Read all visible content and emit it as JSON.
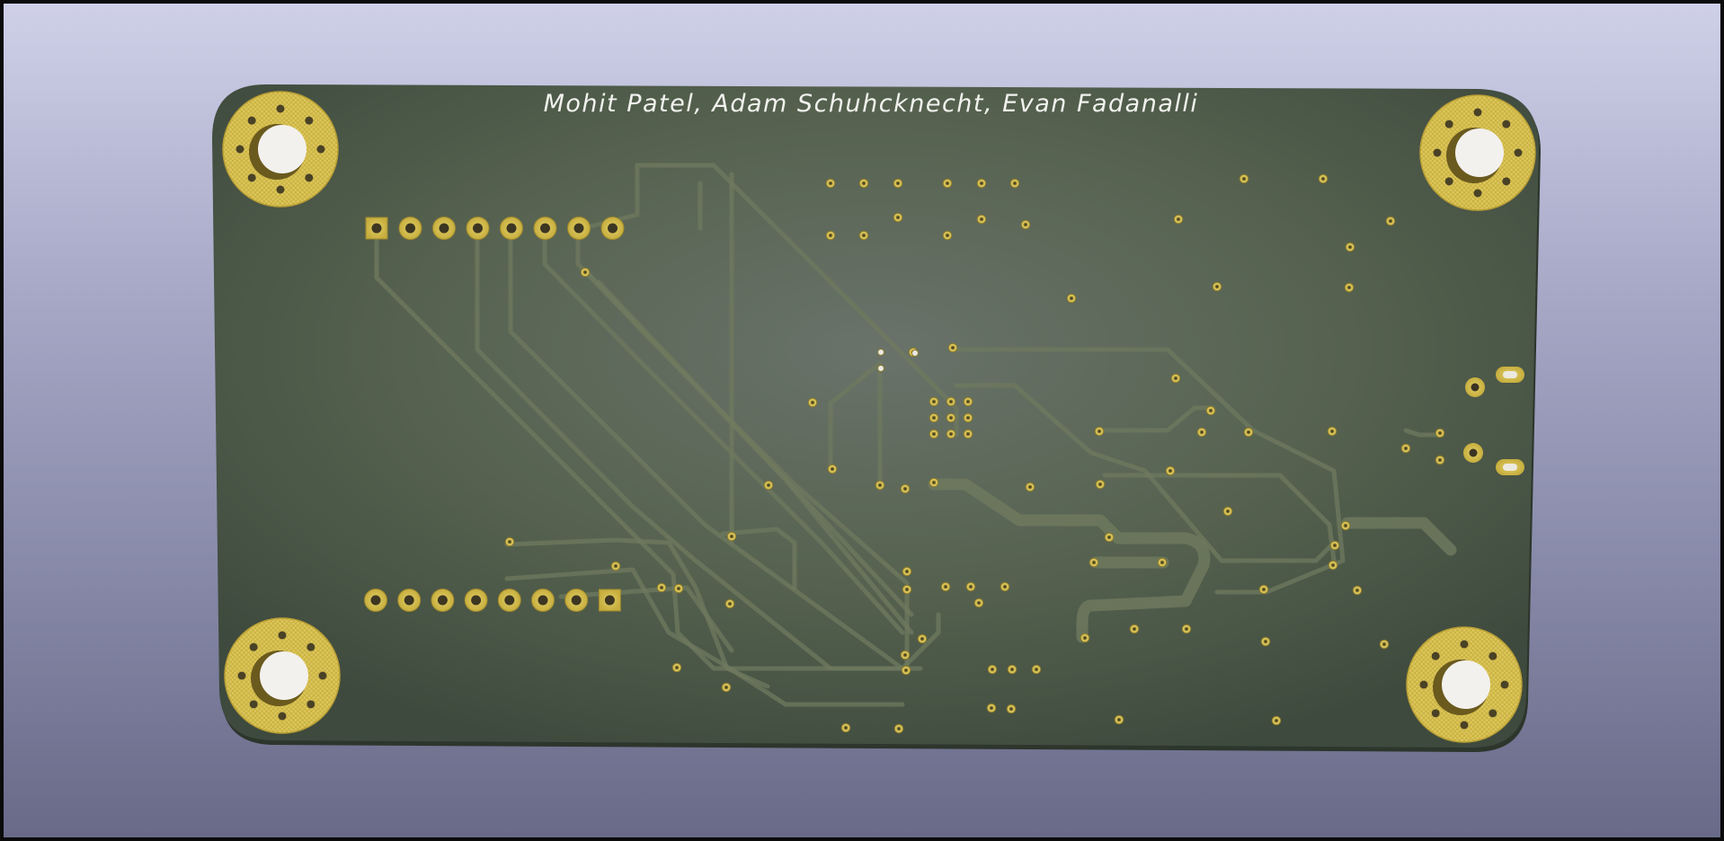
{
  "viewer": {
    "background_top": "#cfd0e8",
    "background_bottom": "#686a88"
  },
  "board": {
    "silkscreen_text": "Mohit Patel, Adam Schuhcknecht, Evan Fadanalli",
    "soldermask_color": "#4d5a4c",
    "copper_color": "#d8c35a",
    "silkscreen_color": "#f1f2ee",
    "mounting_holes": 4,
    "header_top_pins": 8,
    "header_bottom_pins": 8
  }
}
